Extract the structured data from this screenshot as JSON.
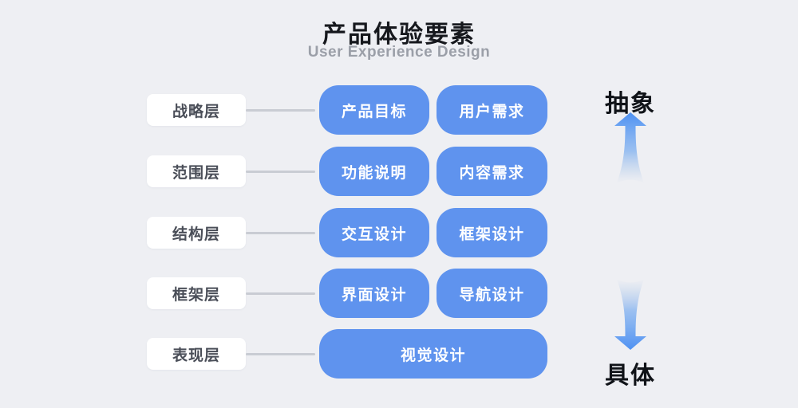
{
  "header": {
    "title": "产品体验要素",
    "subtitle": "User Experience Design"
  },
  "rows": [
    {
      "label": "战略层",
      "boxes": [
        "产品目标",
        "用户需求"
      ]
    },
    {
      "label": "范围层",
      "boxes": [
        "功能说明",
        "内容需求"
      ]
    },
    {
      "label": "结构层",
      "boxes": [
        "交互设计",
        "框架设计"
      ]
    },
    {
      "label": "框架层",
      "boxes": [
        "界面设计",
        "导航设计"
      ]
    },
    {
      "label": "表现层",
      "boxes": [
        "视觉设计"
      ]
    }
  ],
  "axis": {
    "top_label": "抽象",
    "bottom_label": "具体"
  },
  "icons": {
    "up_arrow": "abstract-direction-up",
    "down_arrow": "concrete-direction-down"
  },
  "colors": {
    "background": "#EEEFF3",
    "box_blue": "#5F93EE",
    "label_background": "#FFFFFF",
    "label_text": "#4A4E58",
    "connector_gray": "#C9CCD3",
    "subtitle_gray": "#9B9FA8",
    "title_black": "#16181D",
    "arrow_blue": "#5495F2"
  }
}
